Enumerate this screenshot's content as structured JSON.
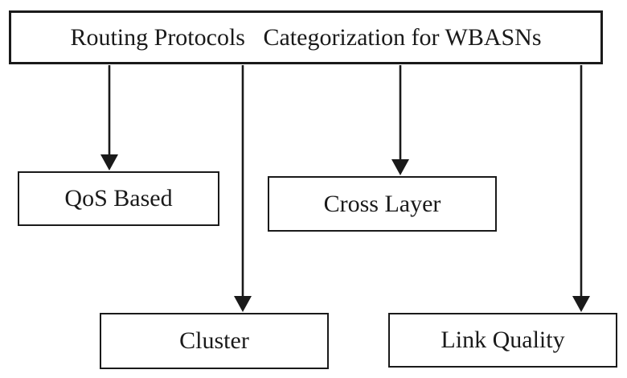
{
  "diagram": {
    "title": "Routing Protocols Categorization for WBASNs taxonomy chart",
    "root": {
      "label": "Routing Protocols   Categorization for WBASNs"
    },
    "children": [
      {
        "id": "qos",
        "label": "QoS Based"
      },
      {
        "id": "cross-layer",
        "label": "Cross Layer"
      },
      {
        "id": "cluster",
        "label": "Cluster"
      },
      {
        "id": "link-quality",
        "label": "Link Quality"
      }
    ],
    "edges": [
      {
        "from": "root",
        "to": "qos"
      },
      {
        "from": "root",
        "to": "cluster"
      },
      {
        "from": "root",
        "to": "cross-layer"
      },
      {
        "from": "root",
        "to": "link-quality"
      }
    ],
    "colors": {
      "line": "#1a1a1a",
      "background": "#ffffff",
      "text": "#1a1a1a"
    }
  }
}
